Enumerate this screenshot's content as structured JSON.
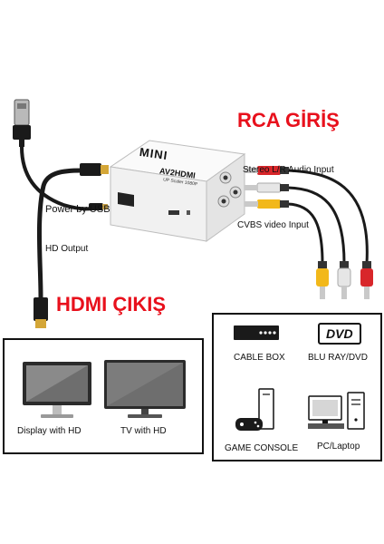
{
  "headings": {
    "rca_input": "RCA GİRİŞ",
    "hdmi_output": "HDMI ÇIKIŞ"
  },
  "labels": {
    "power_by_usb": "Power by USB",
    "hd_output": "HD Output",
    "stereo_audio": "Stereo L/R Audio Input",
    "cvbs_video": "CVBS video Input"
  },
  "device": {
    "brand": "MINI",
    "model": "AV2HDMI",
    "subtitle": "UP Scaler 1080P"
  },
  "output_devices": {
    "display": "Display with HD",
    "tv": "TV with HD"
  },
  "input_sources": {
    "cable_box": "CABLE BOX",
    "dvd_logo": "DVD",
    "blu_ray": "BLU RAY/DVD",
    "game_console": "GAME CONSOLE",
    "pc": "PC/Laptop"
  },
  "colors": {
    "heading_red": "#e8101c",
    "rca_red": "#d8262a",
    "rca_white": "#e6e6e6",
    "rca_yellow": "#f2b81a",
    "converter_body": "#f4f4f4"
  }
}
